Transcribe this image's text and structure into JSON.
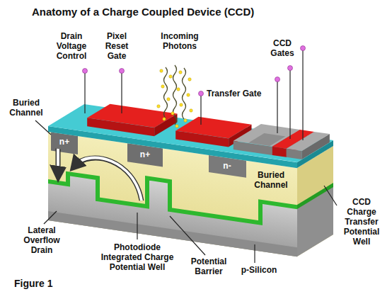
{
  "diagram": {
    "title": "Anatomy of a Charge Coupled Device (CCD)",
    "caption": "Figure 1",
    "labels": [
      "Drain Voltage Control",
      "Pixel Reset Gate",
      "Incoming Photons",
      "CCD Gates",
      "Transfer Gate",
      "Buried Channel",
      "n+",
      "n+",
      "Buried Channel",
      "n-",
      "CCD Charge Transfer Potential Well",
      "Lateral Overflow Drain",
      "Photodiode Integrated Charge Potential Well",
      "Potential Barrier",
      "p-Silicon"
    ]
  }
}
